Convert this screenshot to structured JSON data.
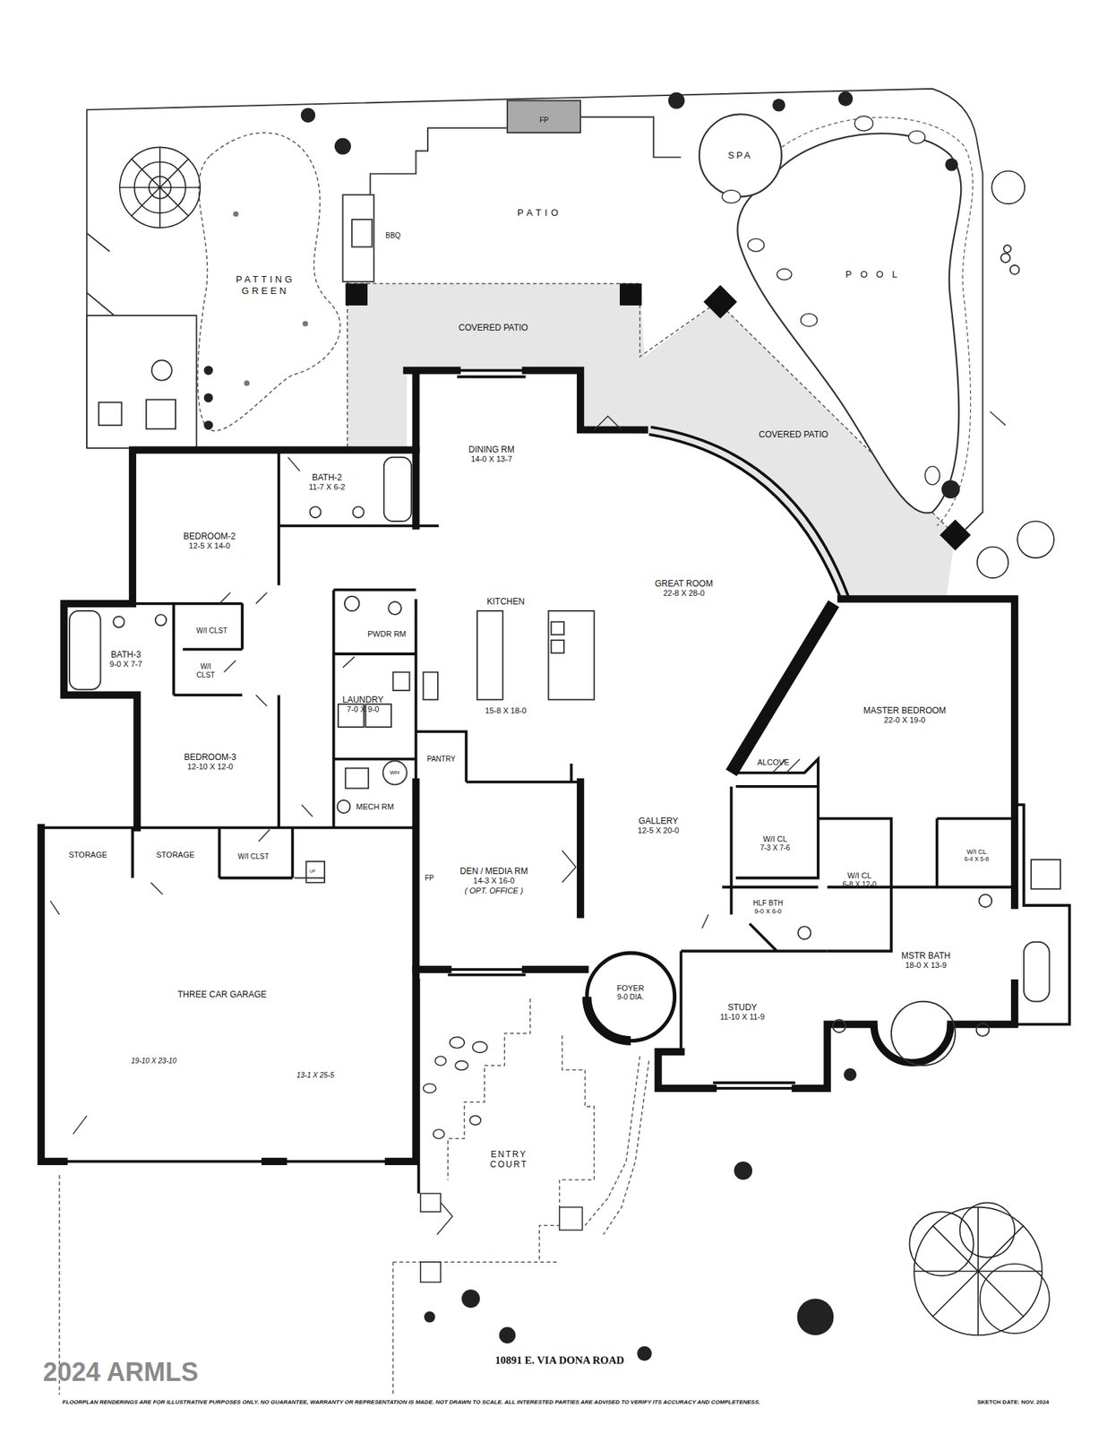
{
  "diagram": {
    "nodes": [
      {
        "text": [
          "FP"
        ]
      },
      {
        "text": [
          "SPA"
        ]
      },
      {
        "text": [
          "PATIO"
        ]
      },
      {
        "text": [
          "BBQ"
        ]
      },
      {
        "text": [
          "POOL"
        ]
      },
      {
        "text": [
          "PATTING GREEN"
        ]
      },
      {
        "text": [
          "COVERED PATIO"
        ]
      },
      {
        "text": [
          "COVERED PATIO"
        ]
      },
      {
        "text": [
          "DINING RM",
          "14-0 X 13-7"
        ]
      },
      {
        "text": [
          "BATH-2",
          "11-7 X 6-2"
        ]
      },
      {
        "text": [
          "BEDROOM-2",
          "12-5 X 14-0"
        ]
      },
      {
        "text": [
          "GREAT ROOM",
          "22-8 X 28-0"
        ]
      },
      {
        "text": [
          "KITCHEN",
          "15-8 X 18-0"
        ]
      },
      {
        "text": [
          "PWDR RM"
        ]
      },
      {
        "text": [
          "W/I CLST"
        ]
      },
      {
        "text": [
          "BATH-3",
          "9-0 X 7-7"
        ]
      },
      {
        "text": [
          "W/I CLST"
        ]
      },
      {
        "text": [
          "FP"
        ]
      },
      {
        "text": [
          "LAUNDRY",
          "7-0 X 9-0"
        ]
      },
      {
        "text": [
          "MASTER BEDROOM",
          "22-0 X 19-0"
        ]
      },
      {
        "text": [
          "PANTRY"
        ]
      },
      {
        "text": [
          "ALCOVE"
        ]
      },
      {
        "text": [
          "BEDROOM-3",
          "12-10 X 12-0"
        ]
      },
      {
        "text": [
          "WH"
        ]
      },
      {
        "text": [
          "MECH RM"
        ]
      },
      {
        "text": [
          "GALLERY",
          "12-5 X 20-0"
        ]
      },
      {
        "text": [
          "W/I CL",
          "7-3 X 7-6"
        ]
      },
      {
        "text": [
          "STORAGE"
        ]
      },
      {
        "text": [
          "STORAGE"
        ]
      },
      {
        "text": [
          "W/I CLST"
        ]
      },
      {
        "text": [
          "DEN / MEDIA RM",
          "14-3 X 16-0",
          "( OPT. OFFICE )"
        ]
      },
      {
        "text": [
          "W/I CL",
          "6-4 X 5-8"
        ]
      },
      {
        "text": [
          "W/I CL",
          "6-8 X 12-0"
        ]
      },
      {
        "text": [
          "FP"
        ]
      },
      {
        "text": [
          "HLF BTH",
          "9-0 X 6-0"
        ]
      },
      {
        "text": [
          "MSTR BATH",
          "18-0 X 13-9"
        ]
      },
      {
        "text": [
          "THREE CAR GARAGE"
        ]
      },
      {
        "text": [
          "FOYER",
          "9-0 DIA."
        ]
      },
      {
        "text": [
          "STUDY",
          "11-10 X 11-9"
        ]
      },
      {
        "text": [
          "ENTRY COURT"
        ]
      }
    ],
    "labels": [
      "19-10 X 23-10",
      "13-1 X 25-5",
      "UP",
      "2024 ARMLS",
      "10891 E. VIA DONA ROAD",
      "FLOORPLAN RENDERINGS ARE FOR ILLUSTRATIVE PURPOSES ONLY. NO GUARANTEE, WARRANTY OR REPRESENTATION IS MADE. NOT DRAWN TO SCALE. ALL INTERESTED PARTIES ARE ADVISED TO VERIFY ITS ACCURACY AND COMPLETENESS.",
      "SKETCH DATE: NOV. 2024"
    ]
  }
}
